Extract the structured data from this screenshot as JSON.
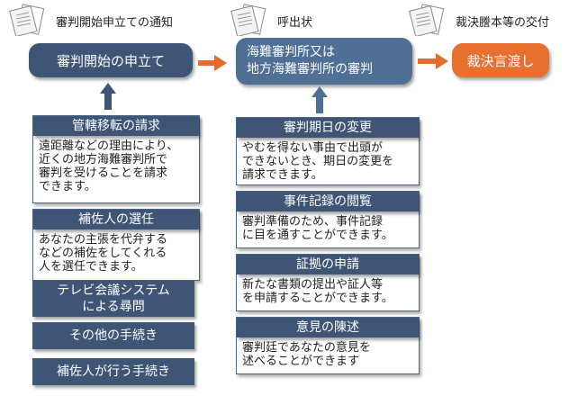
{
  "documents": {
    "notice": "審判開始申立ての通知",
    "summons": "呼出状",
    "delivery": "裁決謄本等の交付"
  },
  "stages": {
    "petition": "審判開始の申立て",
    "tribunal": "海難審判所又は\n地方海難審判所の審判",
    "verdict": "裁決言渡し"
  },
  "left_items": [
    {
      "title": "管轄移転の請求",
      "body": "遠距離などの理由により、\n近くの地方海難審判所で\n審判を受けることを請求\nできます。"
    },
    {
      "title": "補佐人の選任",
      "body": "あなたの主張を代弁する\nなどの補佐をしてくれる\n人を選任できます。"
    }
  ],
  "left_buttons": [
    "テレビ会議システム\nによる尋問",
    "その他の手続き",
    "補佐人が行う手続き"
  ],
  "right_items": [
    {
      "title": "審判期日の変更",
      "body": "やむを得ない事由で出頭が\nできないとき、期日の変更を\n請求できます。"
    },
    {
      "title": "事件記録の閲覧",
      "body": "審判準備のため、事件記録\nに目を通すことができます。"
    },
    {
      "title": "証拠の申請",
      "body": "新たな書類の提出や証人等\nを申請することができます。"
    },
    {
      "title": "意見の陳述",
      "body": "審判廷であなたの意見を\n述べることができます"
    }
  ],
  "colors": {
    "navy": "#3f5576",
    "steel": "#4f6f94",
    "orange": "#e8702f",
    "arrow_orange": "#e26d2f"
  }
}
